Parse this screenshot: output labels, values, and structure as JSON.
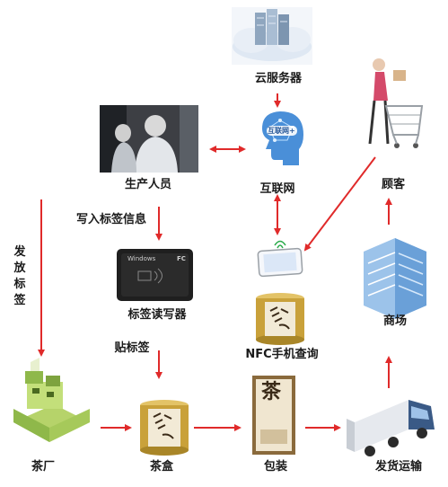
{
  "nodes": {
    "cloud_server": "云服务器",
    "internet": "互联网",
    "internet_badge": "互联网+",
    "producer": "生产人员",
    "customer": "顾客",
    "write_tag_info": "写入标签信息",
    "issue_tag": "发放标签",
    "reader_writer": "标签读写器",
    "reader_brand": "Windows",
    "reader_fc": "FC",
    "nfc_query": "NFC手机查询",
    "mall": "商场",
    "stick_tag": "贴标签",
    "tea_factory": "茶厂",
    "tea_box": "茶盒",
    "packaging": "包装",
    "tea_char": "茶",
    "shipping": "发货运输"
  },
  "colors": {
    "arrow": "#e02a2a",
    "cloud": "#dfe8f3",
    "head": "#4a8fd8",
    "building": "#6aa0d8",
    "reader": "#1f1f1f",
    "tin_gold": "#c9a13a",
    "box_brown": "#8a6a3c"
  }
}
